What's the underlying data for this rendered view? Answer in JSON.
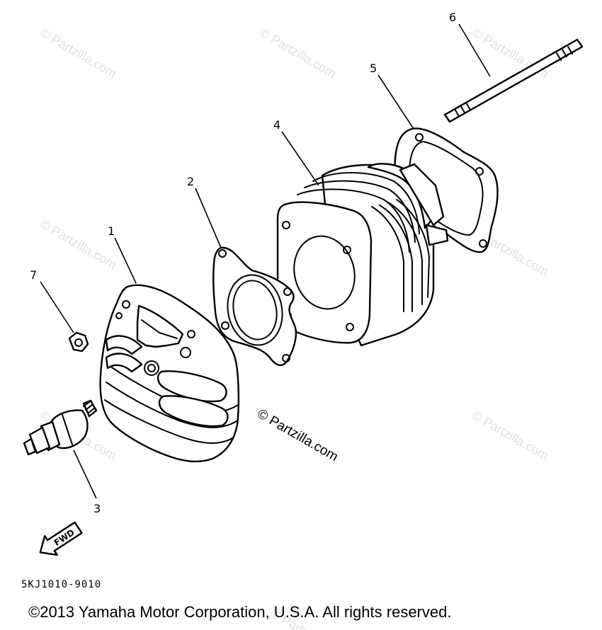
{
  "callouts": [
    "1",
    "2",
    "3",
    "4",
    "5",
    "6",
    "7"
  ],
  "fwd_label": "FWD",
  "reference_code": "5KJ1010-9010",
  "copyright": "©2013  Yamaha Motor Corporation, U.S.A. All rights reserved.",
  "watermark": "© Partzilla.com",
  "colors": {
    "ink": "#000000",
    "watermark": "#e0e0e0",
    "background": "#ffffff"
  }
}
